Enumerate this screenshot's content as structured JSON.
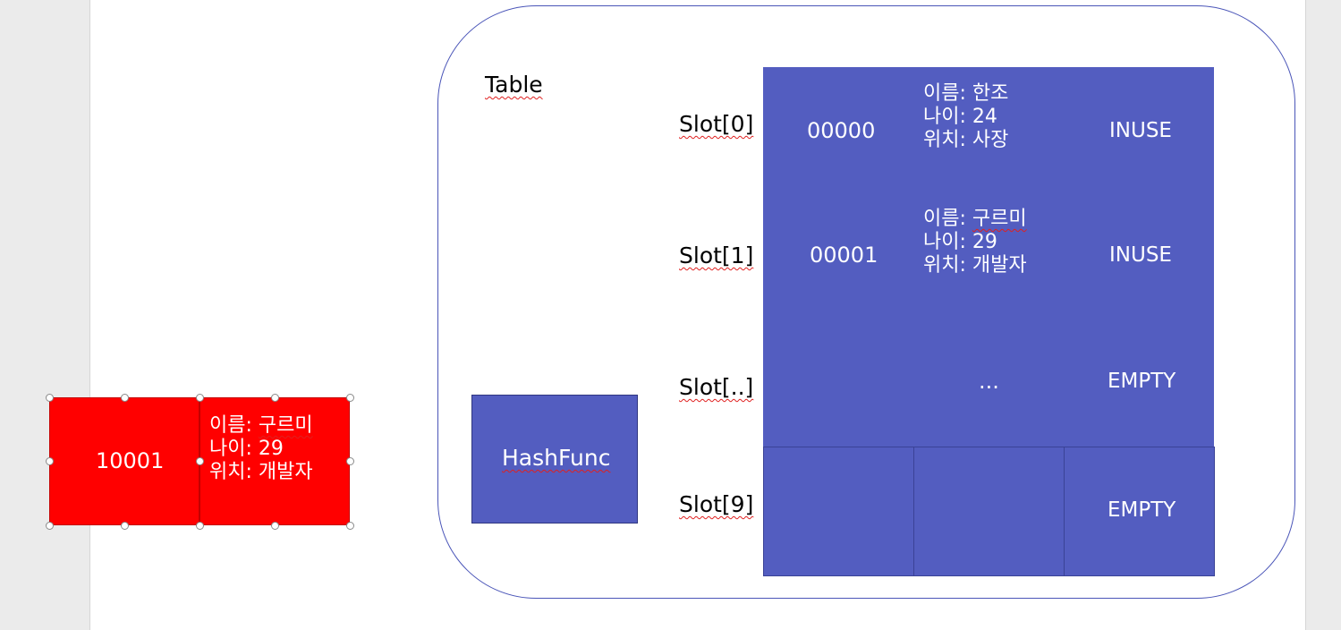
{
  "table_label": "Table",
  "hash_func": "HashFunc",
  "slots": [
    {
      "label": "Slot[0]",
      "key": "00000",
      "info": [
        "이름: 한조",
        "나이: 24",
        "위치: 사장"
      ],
      "status": "INUSE"
    },
    {
      "label": "Slot[1]",
      "key": "00001",
      "info": [
        "이름: 구르미",
        "나이: 29",
        "위치: 개발자"
      ],
      "status": "INUSE"
    },
    {
      "label": "Slot[..]",
      "middle": "...",
      "status": "EMPTY"
    },
    {
      "label": "Slot[9]",
      "status": "EMPTY"
    }
  ],
  "selected_entry": {
    "key": "10001",
    "info": [
      "이름: 구르미",
      "나이: 29",
      "위치: 개발자"
    ]
  },
  "colors": {
    "slot_fill": "#535dc0",
    "entry_fill": "#ff0000",
    "container_border": "#4a55b8"
  }
}
